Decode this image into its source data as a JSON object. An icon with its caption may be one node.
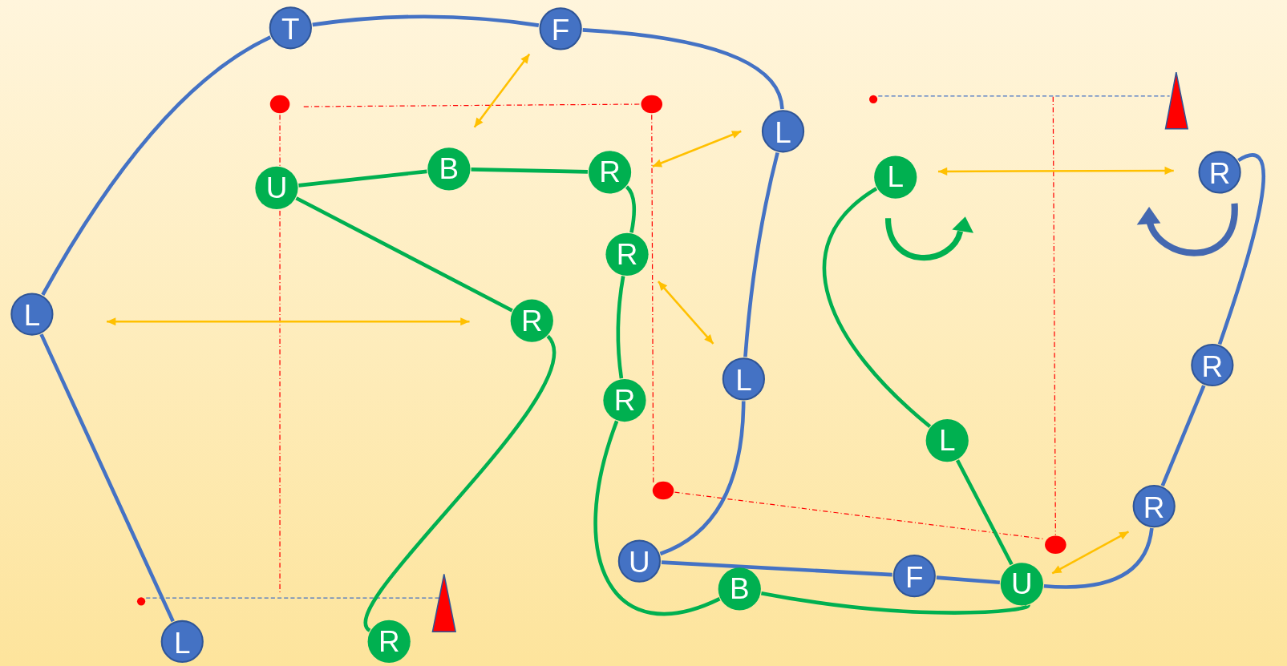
{
  "diagram": {
    "nodes": [
      {
        "text": [
          "L"
        ]
      },
      {
        "text": [
          "L"
        ]
      },
      {
        "text": [
          "T"
        ]
      },
      {
        "text": [
          "F"
        ]
      },
      {
        "text": [
          "L"
        ]
      },
      {
        "text": [
          "L"
        ]
      },
      {
        "text": [
          "U"
        ]
      },
      {
        "text": [
          "F"
        ]
      },
      {
        "text": [
          "U"
        ]
      },
      {
        "text": [
          "R"
        ]
      },
      {
        "text": [
          "R"
        ]
      },
      {
        "text": [
          "R"
        ]
      },
      {
        "text": [
          "R"
        ]
      },
      {
        "text": [
          "R"
        ]
      },
      {
        "text": [
          "U"
        ]
      },
      {
        "text": [
          "B"
        ]
      },
      {
        "text": [
          "R"
        ]
      },
      {
        "text": [
          "R"
        ]
      },
      {
        "text": [
          "R"
        ]
      },
      {
        "text": [
          "B"
        ]
      },
      {
        "text": [
          "L"
        ]
      },
      {
        "text": [
          "L"
        ]
      }
    ],
    "edges": [
      {
        "from": 0,
        "to": 1,
        "arrow": "none"
      },
      {
        "from": 1,
        "to": 2,
        "arrow": "none"
      },
      {
        "from": 2,
        "to": 3,
        "arrow": "none"
      },
      {
        "from": 3,
        "to": 4,
        "arrow": "none"
      },
      {
        "from": 4,
        "to": 5,
        "arrow": "none"
      },
      {
        "from": 5,
        "to": 6,
        "arrow": "none"
      },
      {
        "from": 6,
        "to": 7,
        "arrow": "none"
      },
      {
        "from": 7,
        "to": 8,
        "arrow": "none"
      },
      {
        "from": 8,
        "to": 9,
        "arrow": "none"
      },
      {
        "from": 9,
        "to": 10,
        "arrow": "none"
      },
      {
        "from": 10,
        "to": 11,
        "arrow": "none"
      },
      {
        "from": 12,
        "to": 13,
        "arrow": "none",
        "color": "#00b050"
      },
      {
        "from": 13,
        "to": 14,
        "arrow": "none",
        "color": "#00b050"
      },
      {
        "from": 14,
        "to": 15,
        "arrow": "none",
        "color": "#00b050"
      },
      {
        "from": 15,
        "to": 16,
        "arrow": "none",
        "color": "#00b050"
      },
      {
        "from": 16,
        "to": 17,
        "arrow": "none",
        "color": "#00b050"
      },
      {
        "from": 17,
        "to": 18,
        "arrow": "none",
        "color": "#00b050"
      },
      {
        "from": 18,
        "to": 19,
        "arrow": "none",
        "color": "#00b050"
      },
      {
        "from": 19,
        "to": 8,
        "arrow": "none",
        "color": "#00b050"
      },
      {
        "from": 8,
        "to": 20,
        "arrow": "none",
        "color": "#00b050"
      },
      {
        "from": 20,
        "to": 21,
        "arrow": "none",
        "color": "#00b050"
      }
    ]
  }
}
